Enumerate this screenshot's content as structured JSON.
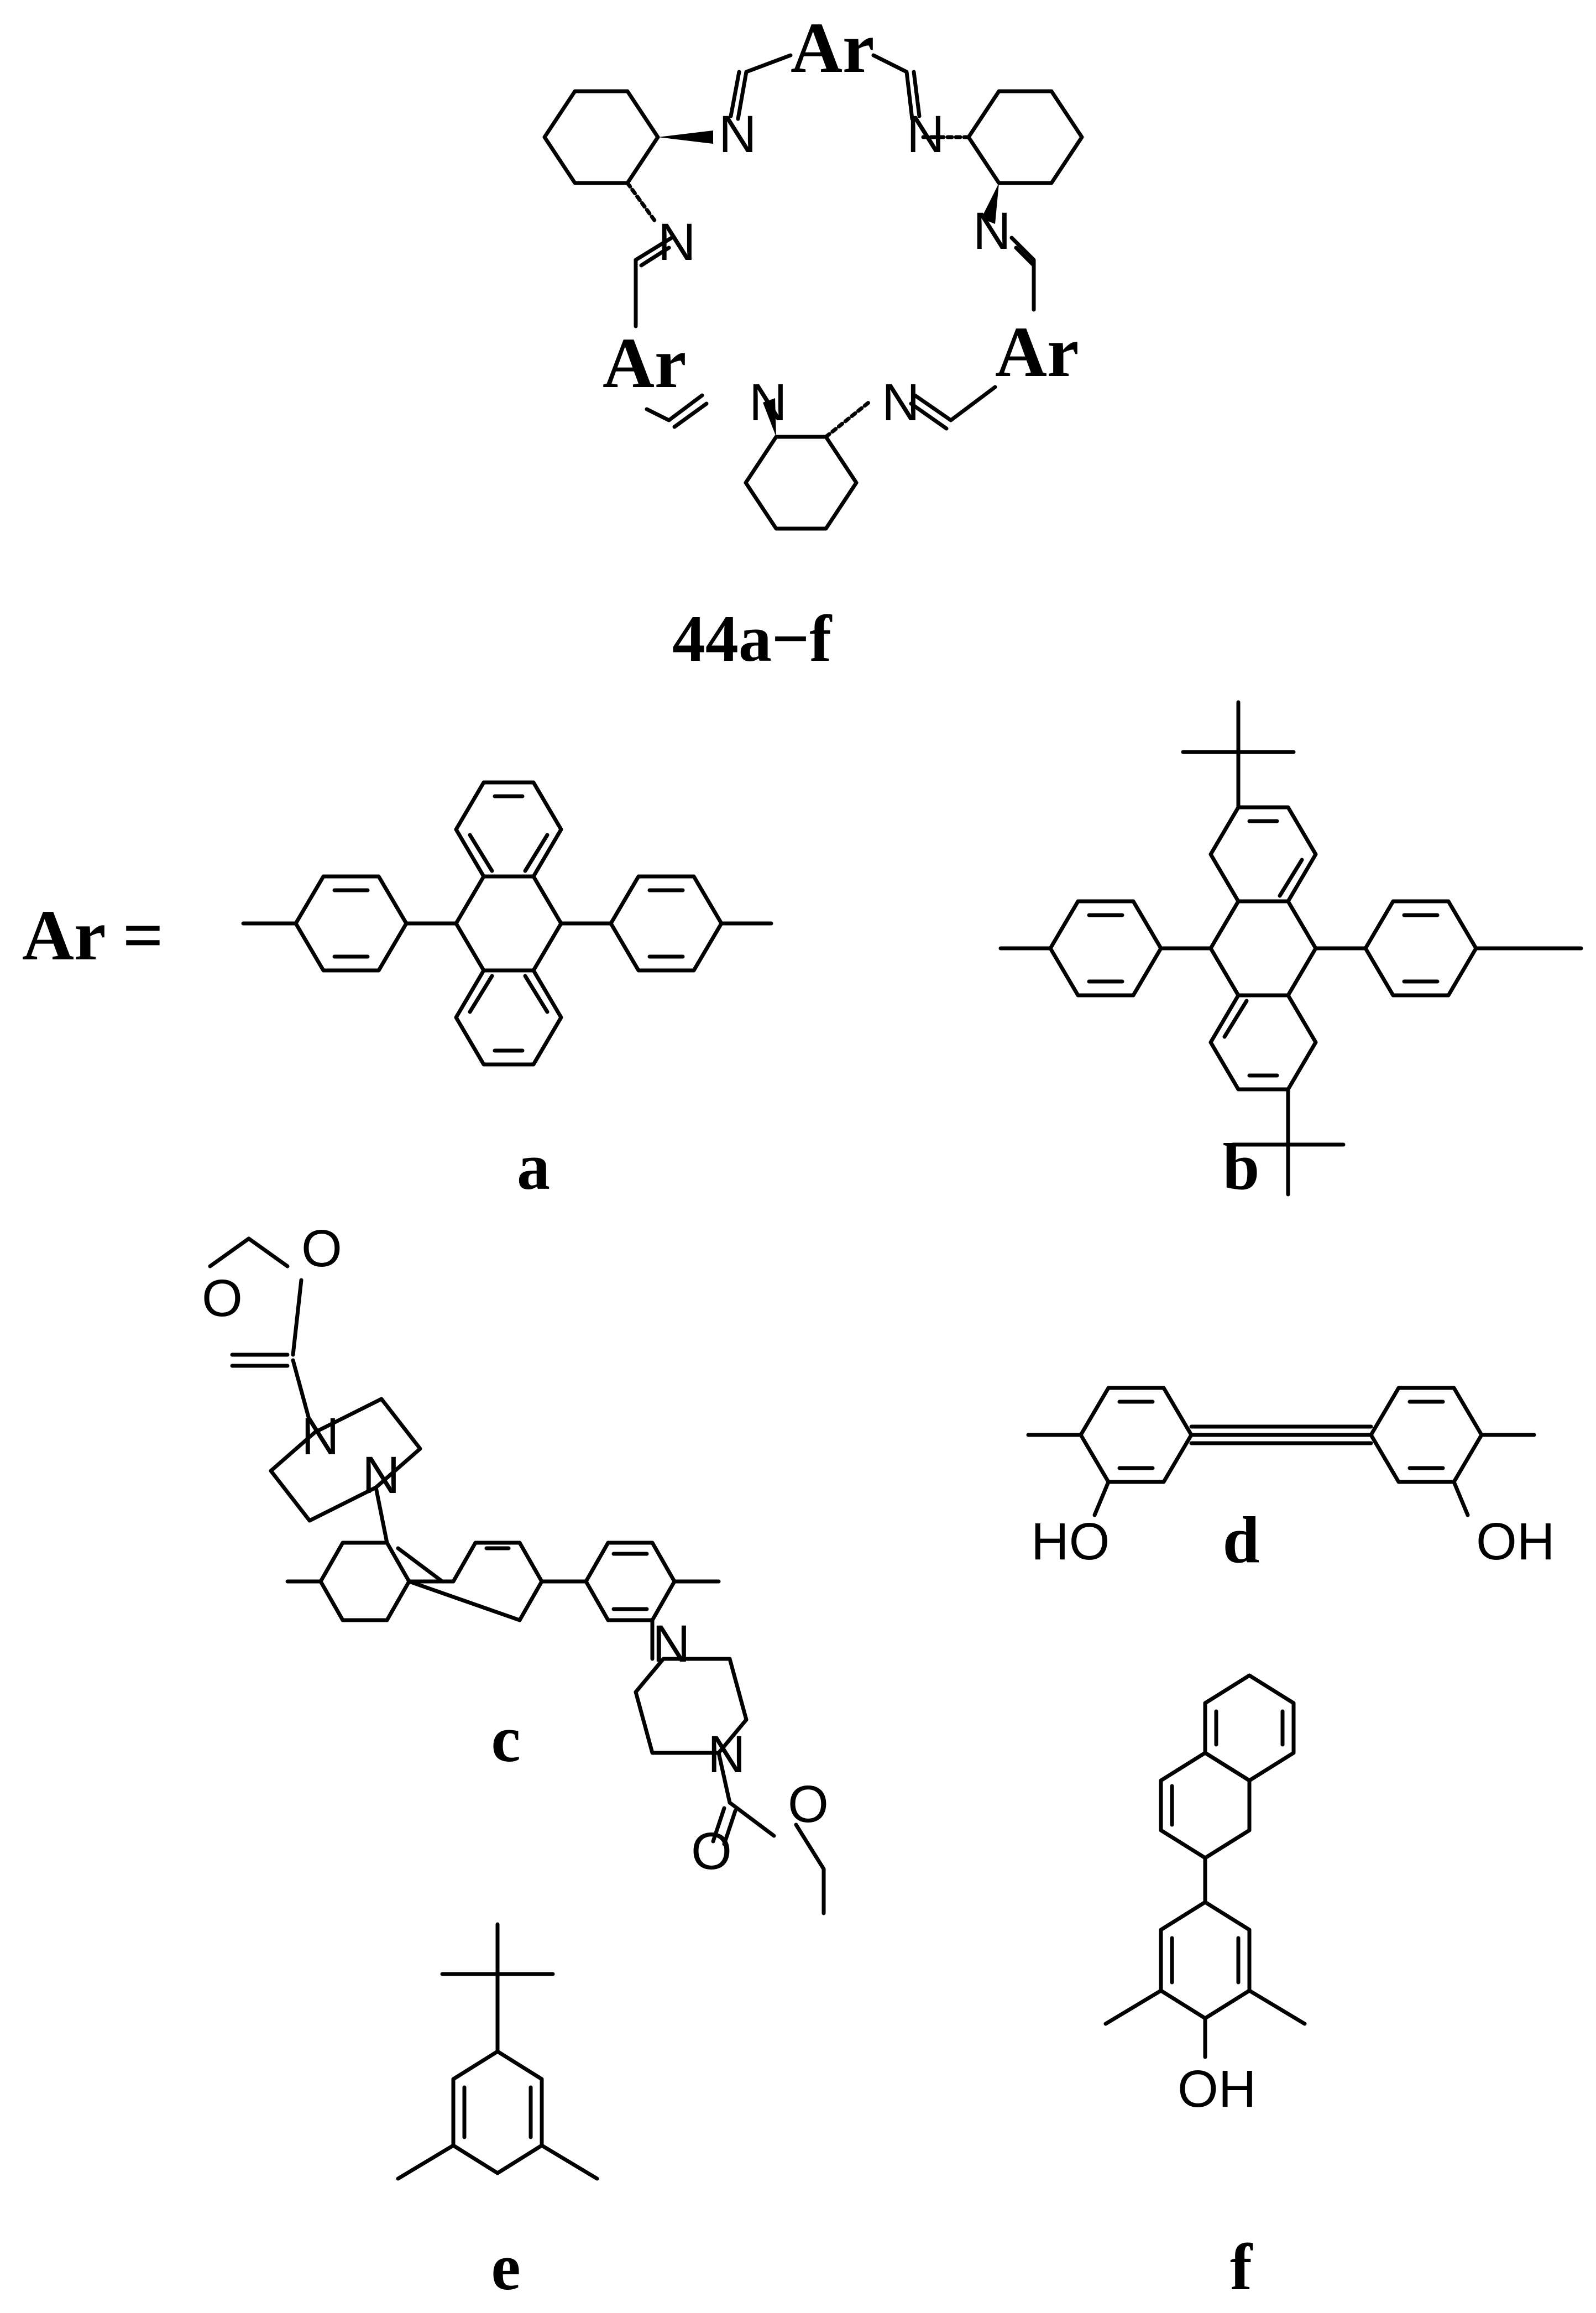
{
  "figure": {
    "compound_label": "44a−f",
    "ar_label": "Ar",
    "ar_definition": "Ar =",
    "atoms": {
      "nitrogen": "N",
      "oxygen": "O",
      "hydroxyl_right": "OH",
      "hydroxyl_left": "HO"
    },
    "panels": {
      "a": "a",
      "b": "b",
      "c": "c",
      "d": "d",
      "e": "e",
      "f": "f"
    }
  }
}
